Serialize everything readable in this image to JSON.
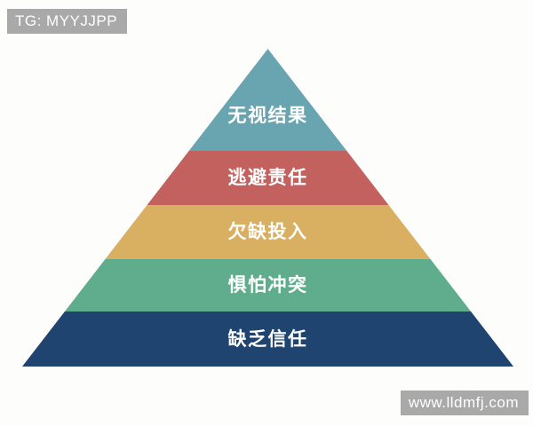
{
  "page": {
    "background_color": "#fdfdfc"
  },
  "watermarks": {
    "telegram_badge_label": "TG: MYYJJPP",
    "site_badge_label": "www.lldmfj.com",
    "badge_background_color": "#a9a9a9",
    "badge_text_color": "#ffffff"
  },
  "pyramid": {
    "type": "pyramid-diagram",
    "label_text_color": "#ffffff",
    "levels": [
      {
        "label": "无视结果",
        "color": "#69a5b1"
      },
      {
        "label": "逃避责任",
        "color": "#c2615e"
      },
      {
        "label": "欠缺投入",
        "color": "#d9af62"
      },
      {
        "label": "惧怕冲突",
        "color": "#5fad8c"
      },
      {
        "label": "缺乏信任",
        "color": "#1f4470"
      }
    ]
  }
}
